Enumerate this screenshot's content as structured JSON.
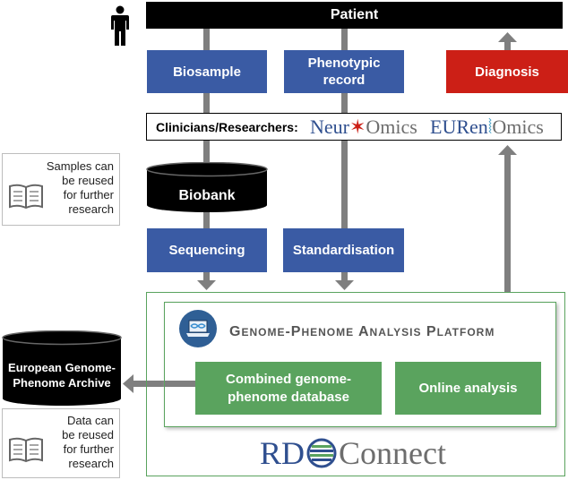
{
  "patient": {
    "label": "Patient",
    "icon": "person-icon"
  },
  "top_boxes": {
    "biosample": "Biosample",
    "phenotypic_record_line1": "Phenotypic",
    "phenotypic_record_line2": "record",
    "diagnosis": "Diagnosis"
  },
  "clinicians": {
    "label": "Clinicians/Researchers:",
    "logo1_part1": "Neur",
    "logo1_part2": "Omics",
    "logo2_part1": "EURen",
    "logo2_part2": "Omics"
  },
  "biobank": {
    "label": "Biobank"
  },
  "middle_boxes": {
    "sequencing": "Sequencing",
    "standardisation": "Standardisation"
  },
  "notes": {
    "samples": [
      "Samples can",
      "be reused",
      "for further",
      "research"
    ],
    "data": [
      "Data can",
      "be reused",
      "for further",
      "research"
    ],
    "icon": "open-book-icon"
  },
  "platform": {
    "title_parts": [
      "G",
      "ENOME",
      "-P",
      "HENOME",
      " A",
      "NALYSIS",
      " P",
      "LATFORM"
    ],
    "combined_line1": "Combined genome-",
    "combined_line2": "phenome database",
    "online_analysis": "Online analysis"
  },
  "ega": {
    "line1": "European Genome-",
    "line2": "Phenome Archive"
  },
  "rd_connect": {
    "part1": "RD",
    "part2": "Connect"
  },
  "colors": {
    "blue": "#3a5ba4",
    "red": "#cc1f16",
    "green": "#5aa35e",
    "black": "#000000",
    "arrow_gray": "#7f7f7f",
    "border_green": "#5aa35e"
  }
}
